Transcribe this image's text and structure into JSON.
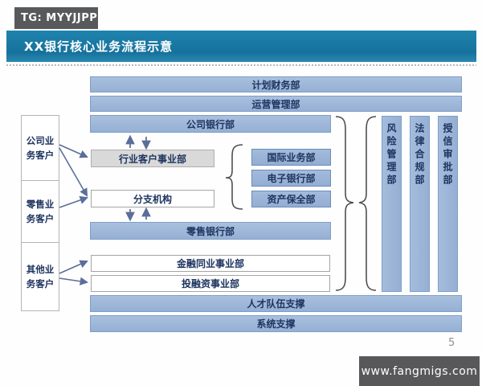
{
  "badge": {
    "label": "TG: MYYJJPP"
  },
  "header": {
    "title": "XX银行核心业务流程示意"
  },
  "colors": {
    "header_blue": "#16729c",
    "bar_blue": "#9cb6d8",
    "bar_border": "#7e9ec9",
    "dark_gray_box": "#58595b",
    "text_navy": "#1e3560",
    "arrow_blue": "#5b6e9a",
    "gray_box_fill": "#d9d9d9"
  },
  "diagram": {
    "top_bars": [
      "计划财务部",
      "运营管理部"
    ],
    "corp_bar": "公司银行部",
    "retail_bar": "零售银行部",
    "industry_box": "行业客户事业部",
    "branch_box": "分支机构",
    "product_boxes": [
      "国际业务部",
      "电子银行部",
      "资产保全部"
    ],
    "interbank_box": "金融同业事业部",
    "investment_box": "投融资事业部",
    "support_bars": [
      "人才队伍支撑",
      "系统支撑"
    ],
    "control_bars": [
      "风险管理部",
      "法律合规部",
      "授信审批部"
    ],
    "customers": [
      {
        "line1": "公司业",
        "line2": "务客户"
      },
      {
        "line1": "零售业",
        "line2": "务客户"
      },
      {
        "line1": "其他业",
        "line2": "务客户"
      }
    ]
  },
  "footer": {
    "page_number": "5",
    "watermark": "www.fangmigs.com"
  }
}
